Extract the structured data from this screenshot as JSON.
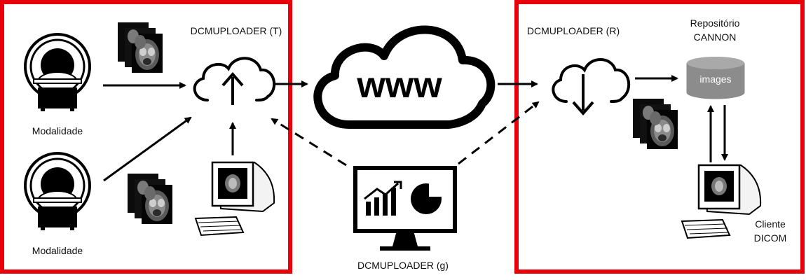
{
  "diagram": {
    "transmitter": {
      "title": "DCMUPLOADER (T)"
    },
    "receiver": {
      "title": "DCMUPLOADER (R)"
    },
    "monitor": {
      "title": "DCMUPLOADER (g)"
    },
    "internet": {
      "label": "www"
    },
    "modalities": [
      {
        "label": "Modalidade"
      },
      {
        "label": "Modalidade"
      }
    ],
    "repository": {
      "title_line1": "Repositório",
      "title_line2": "CANNON",
      "db_label": "images"
    },
    "client": {
      "line1": "Cliente",
      "line2": "DICOM"
    }
  },
  "colors": {
    "frame": "#e8000b",
    "ink": "#000000",
    "db_fill": "#8c8c8c"
  }
}
